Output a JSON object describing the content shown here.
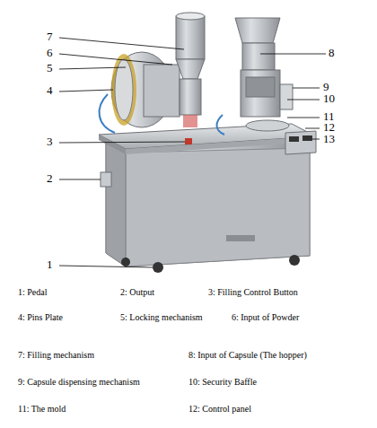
{
  "diagram": {
    "labels": [
      "7",
      "6",
      "5",
      "4",
      "3",
      "2",
      "1",
      "8",
      "9",
      "10",
      "11",
      "12",
      "13",
      "1: Pedal",
      "2: Output",
      "3: Filling Control Button",
      "4: Pins Plate",
      "5: Locking mechanism",
      "6: Input of Powder",
      "7: Filling mechanism",
      "8: Input of Capsule (The hopper)",
      "9: Capsule dispensing mechanism",
      "10: Security Baffle",
      "11: The mold",
      "12: Control panel"
    ]
  }
}
